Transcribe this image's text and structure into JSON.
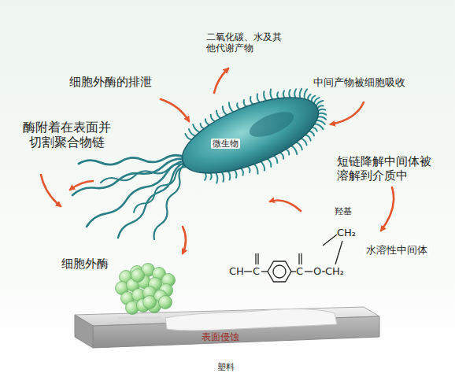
{
  "diagram": {
    "labels": [
      "二氧化碳、水及其 他代谢产物",
      "细胞外酶的排泄",
      "中间产物被细胞吸收",
      "酶附着在表面并 切割聚合物链",
      "微生物",
      "短链降解中间体被 溶解到介质中",
      "羟基",
      "水溶性中间体",
      "CH",
      "C",
      "C",
      "O",
      "CH₂",
      "CH₂",
      "细胞外酶",
      "表面侵蚀",
      "塑料"
    ]
  }
}
